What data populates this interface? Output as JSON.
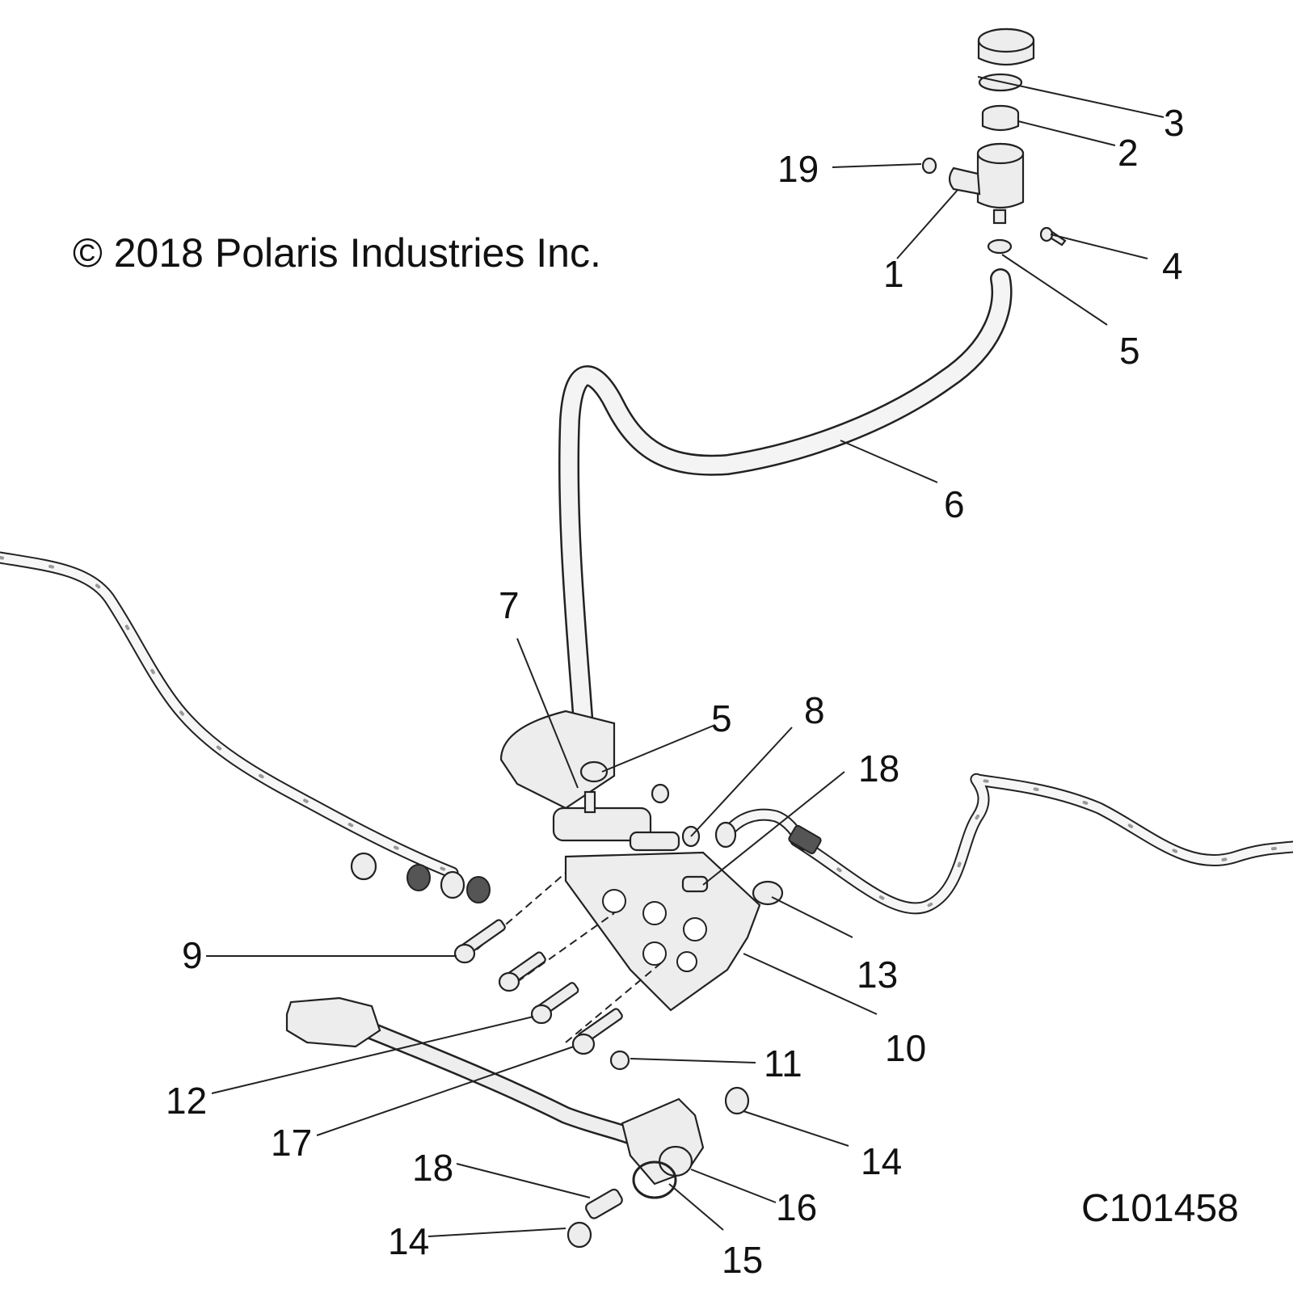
{
  "copyright": "© 2018 Polaris Industries Inc.",
  "figure_id": "C101458",
  "callouts": [
    {
      "id": "1",
      "label": "1"
    },
    {
      "id": "2",
      "label": "2"
    },
    {
      "id": "3",
      "label": "3"
    },
    {
      "id": "4",
      "label": "4"
    },
    {
      "id": "5a",
      "label": "5"
    },
    {
      "id": "5b",
      "label": "5"
    },
    {
      "id": "6",
      "label": "6"
    },
    {
      "id": "7",
      "label": "7"
    },
    {
      "id": "8",
      "label": "8"
    },
    {
      "id": "9",
      "label": "9"
    },
    {
      "id": "10",
      "label": "10"
    },
    {
      "id": "11",
      "label": "11"
    },
    {
      "id": "12",
      "label": "12"
    },
    {
      "id": "13",
      "label": "13"
    },
    {
      "id": "14a",
      "label": "14"
    },
    {
      "id": "14b",
      "label": "14"
    },
    {
      "id": "15",
      "label": "15"
    },
    {
      "id": "16",
      "label": "16"
    },
    {
      "id": "17",
      "label": "17"
    },
    {
      "id": "18a",
      "label": "18"
    },
    {
      "id": "18b",
      "label": "18"
    },
    {
      "id": "19",
      "label": "19"
    }
  ]
}
